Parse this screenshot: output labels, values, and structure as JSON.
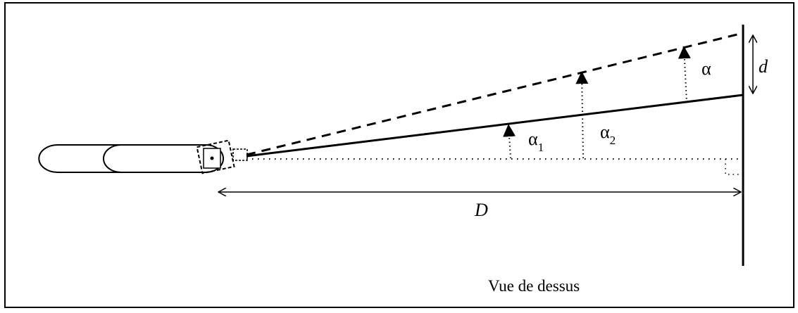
{
  "labels": {
    "alpha": "α",
    "alpha1": "α",
    "alpha1_sub": "1",
    "alpha2": "α",
    "alpha2_sub": "2",
    "d": "d",
    "D": "D"
  },
  "caption": "Vue de dessus"
}
